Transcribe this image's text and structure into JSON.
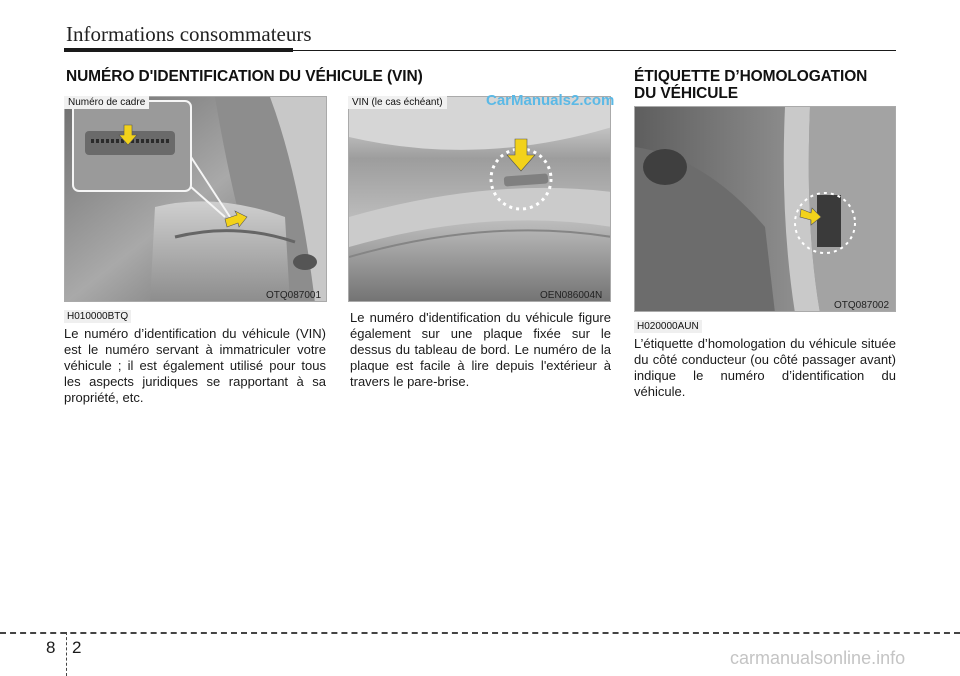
{
  "header": {
    "title": "Informations consommateurs"
  },
  "watermark_top": "CarManuals2.com",
  "watermark_bottom": "carmanualsonline.info",
  "sections": {
    "vin": {
      "title": "NUMÉRO D'IDENTIFICATION DU VÉHICULE (VIN)"
    },
    "label": {
      "title_line1": "ÉTIQUETTE D’HOMOLOGATION",
      "title_line2": "DU VÉHICULE"
    }
  },
  "figures": [
    {
      "caption": "Numéro de cadre",
      "ref": "OTQ087001"
    },
    {
      "caption": "VIN (le cas échéant)",
      "ref": "OEN086004N"
    },
    {
      "caption": "",
      "ref": "OTQ087002"
    }
  ],
  "columns": [
    {
      "code": "H010000BTQ",
      "text": "Le numéro d’identification du véhicule (VIN) est le numéro servant à immatriculer votre véhicule ; il est également utilisé pour tous les aspects juridiques se rapportant à sa propriété, etc."
    },
    {
      "code": "",
      "text": "Le numéro d'identification du véhicule figure également sur une plaque fixée sur le dessus du tableau de bord. Le numéro de la plaque est facile à lire depuis l'extérieur à travers le pare-brise."
    },
    {
      "code": "H020000AUN",
      "text": "L’étiquette d’homologation du véhicule située du côté conducteur (ou côté passager avant) indique le numéro d’identification du véhicule."
    }
  ],
  "footer": {
    "chapter": "8",
    "page": "2"
  },
  "colors": {
    "accent_arrow": "#f2d21b",
    "text": "#1a1a1a"
  }
}
